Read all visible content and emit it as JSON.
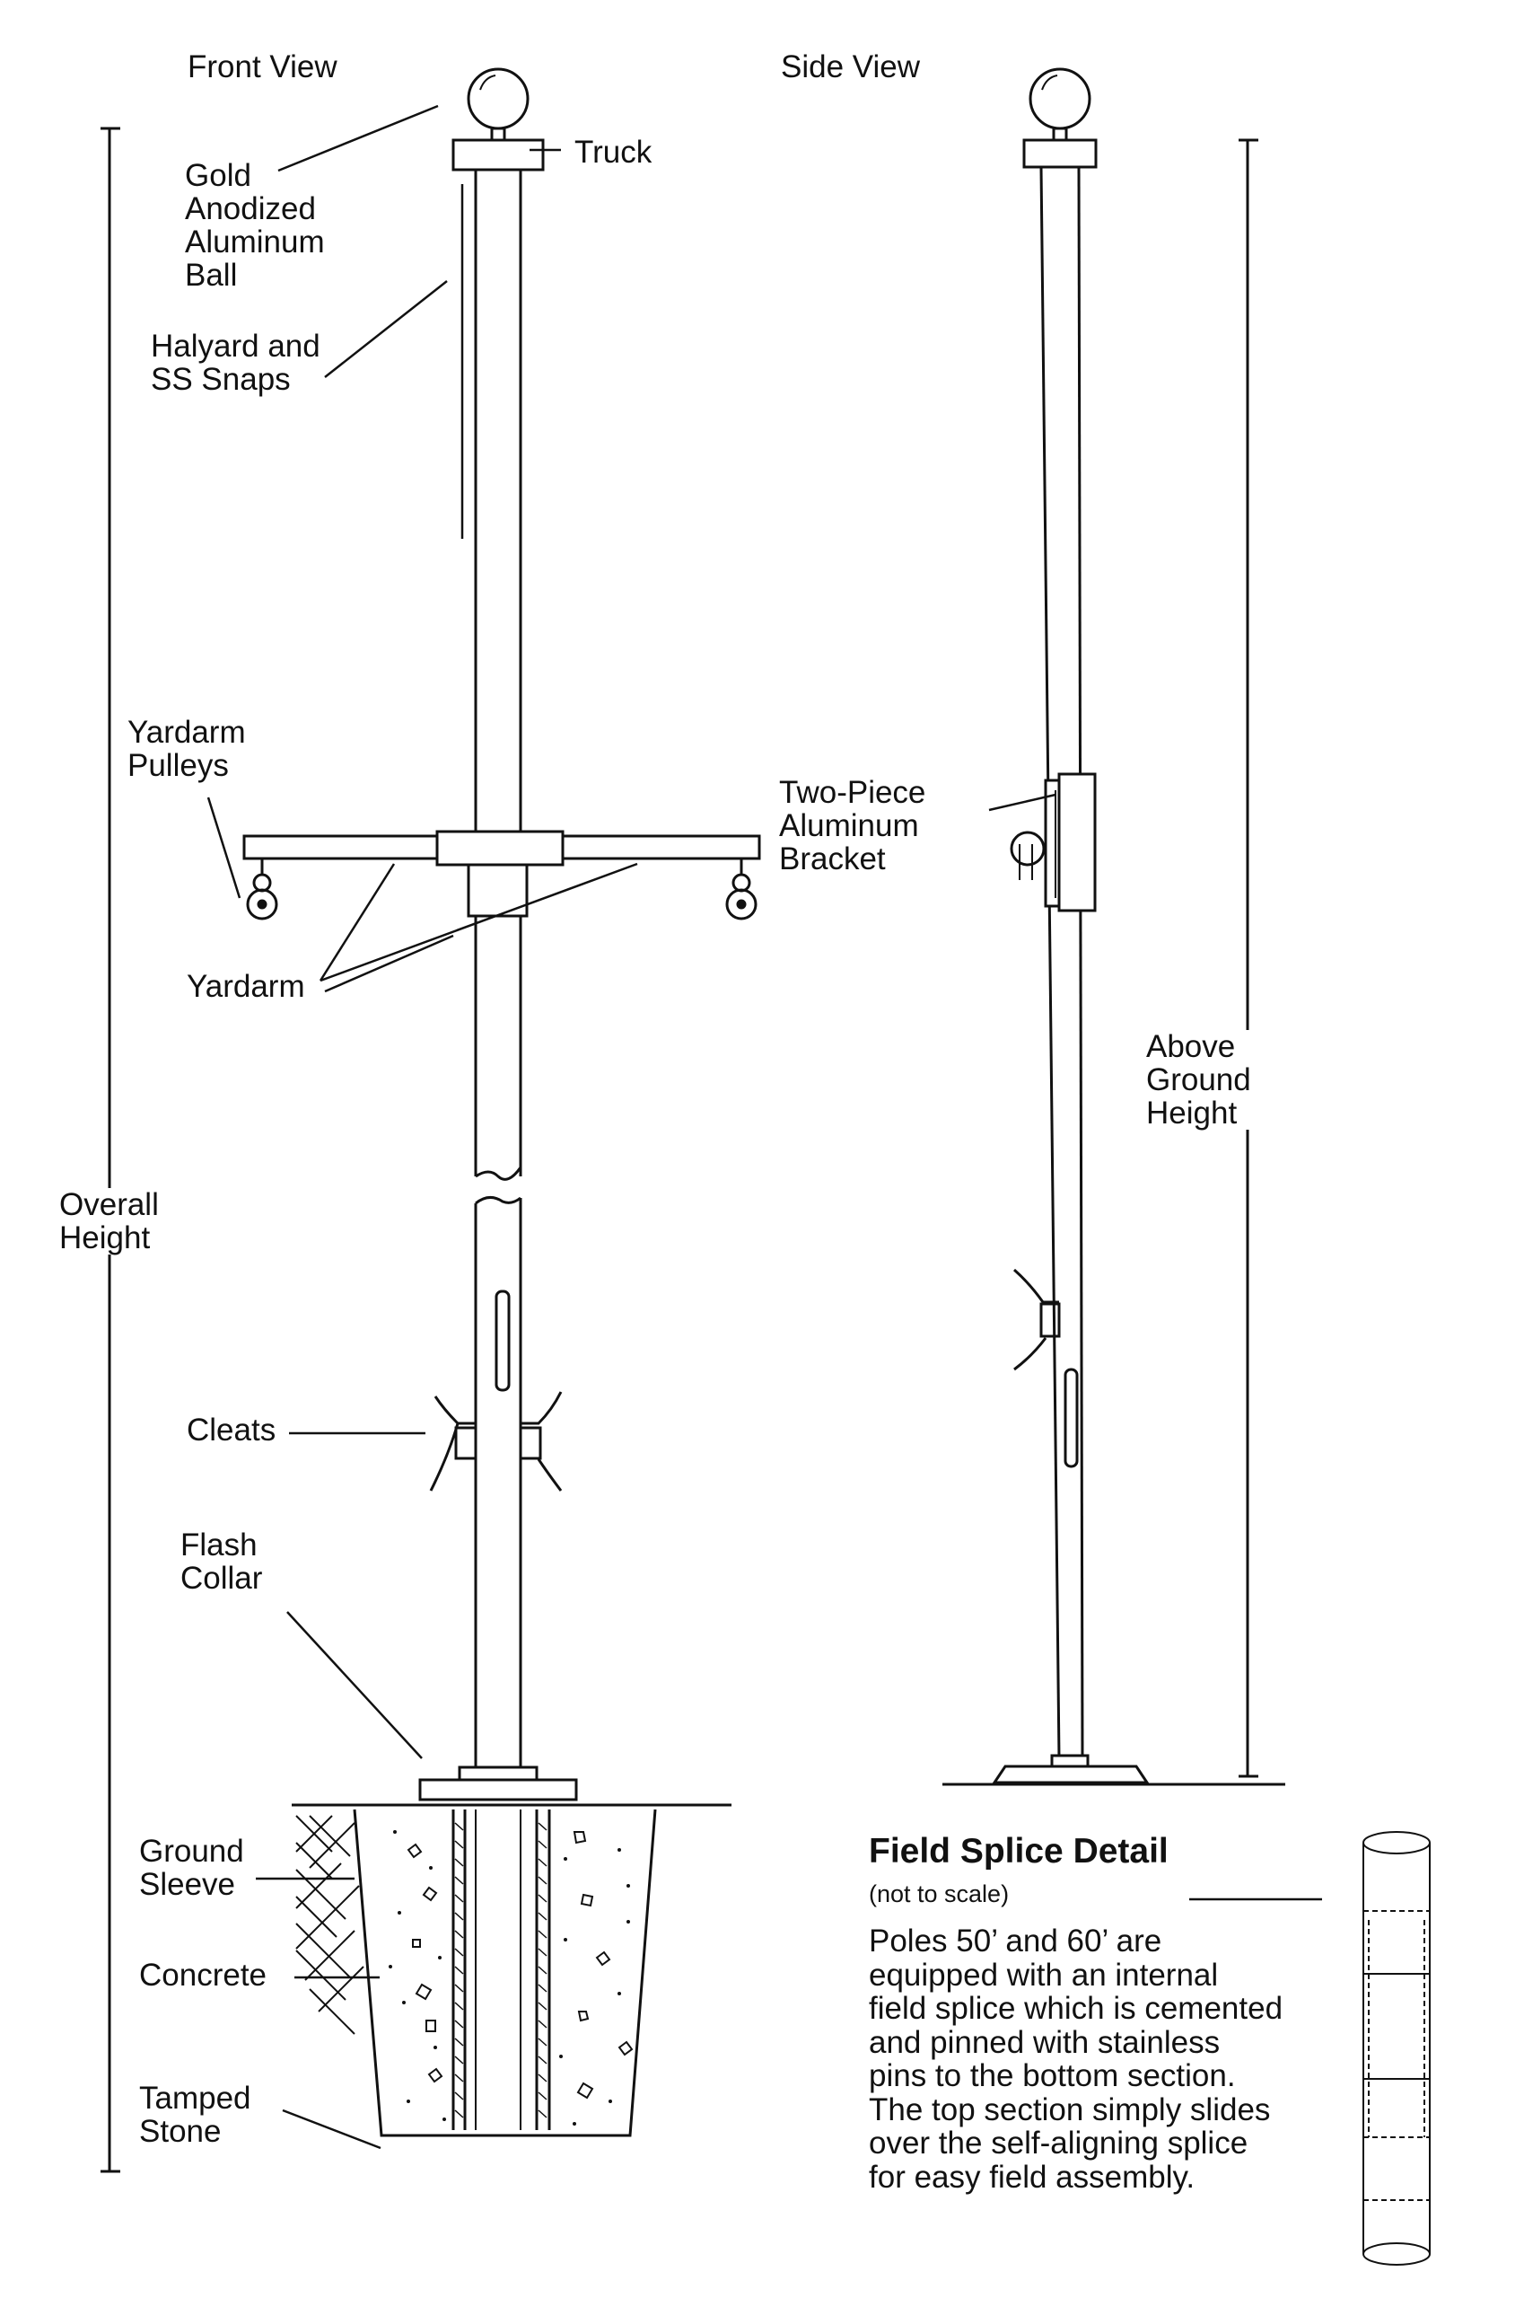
{
  "views": {
    "front": "Front View",
    "side": "Side View"
  },
  "labels": {
    "gold_ball": "Gold\nAnodized\nAluminum\nBall",
    "truck": "Truck",
    "halyard": "Halyard and\nSS Snaps",
    "yardarm_pulleys": "Yardarm\nPulleys",
    "yardarm": "Yardarm",
    "two_piece_bracket": "Two-Piece\nAluminum\nBracket",
    "above_ground_height": "Above\nGround\nHeight",
    "overall_height": "Overall\nHeight",
    "cleats": "Cleats",
    "flash_collar": "Flash\nCollar",
    "ground_sleeve": "Ground\nSleeve",
    "concrete": "Concrete",
    "tamped_stone": "Tamped\nStone"
  },
  "field_splice": {
    "title": "Field Splice Detail",
    "subtitle": "(not to scale)",
    "body": "Poles 50’ and 60’ are\nequipped with an internal\nfield splice which is cemented\nand pinned with stainless\npins to the bottom section.\nThe top section simply slides\nover the self-aligning splice\nfor easy field assembly."
  }
}
